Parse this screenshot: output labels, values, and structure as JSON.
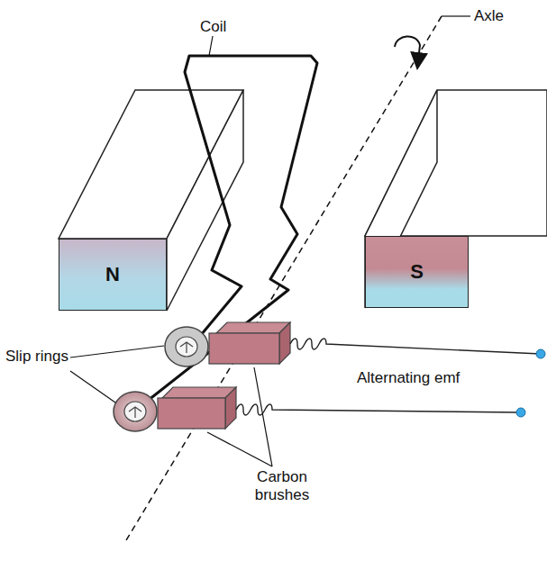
{
  "diagram": {
    "nodes": [
      {
        "text": [
          "N"
        ]
      },
      {
        "text": [
          "S"
        ]
      }
    ],
    "labels": [
      "Coil",
      "Axle",
      "Slip rings",
      "Alternating emf",
      "Carbon brushes"
    ]
  }
}
